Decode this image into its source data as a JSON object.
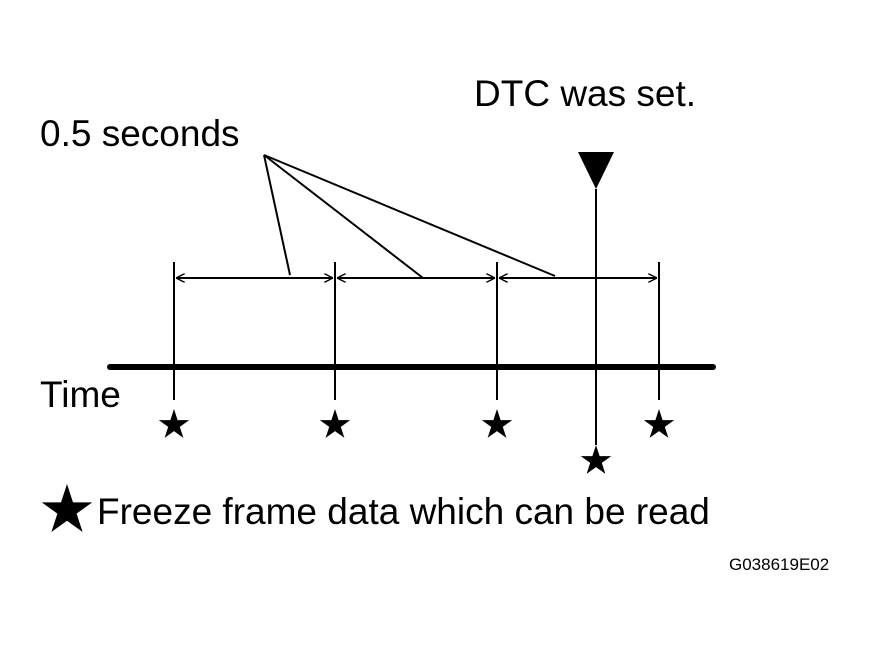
{
  "labels": {
    "dtc_set": "DTC was set.",
    "interval": "0.5 seconds",
    "time_axis": "Time",
    "legend": "Freeze frame data which can be read",
    "figure_id": "G038619E02"
  },
  "icons": {
    "legend_marker": "star-icon",
    "dtc_marker": "triangle-down-icon"
  },
  "colors": {
    "ink": "#000000",
    "background": "#ffffff"
  }
}
